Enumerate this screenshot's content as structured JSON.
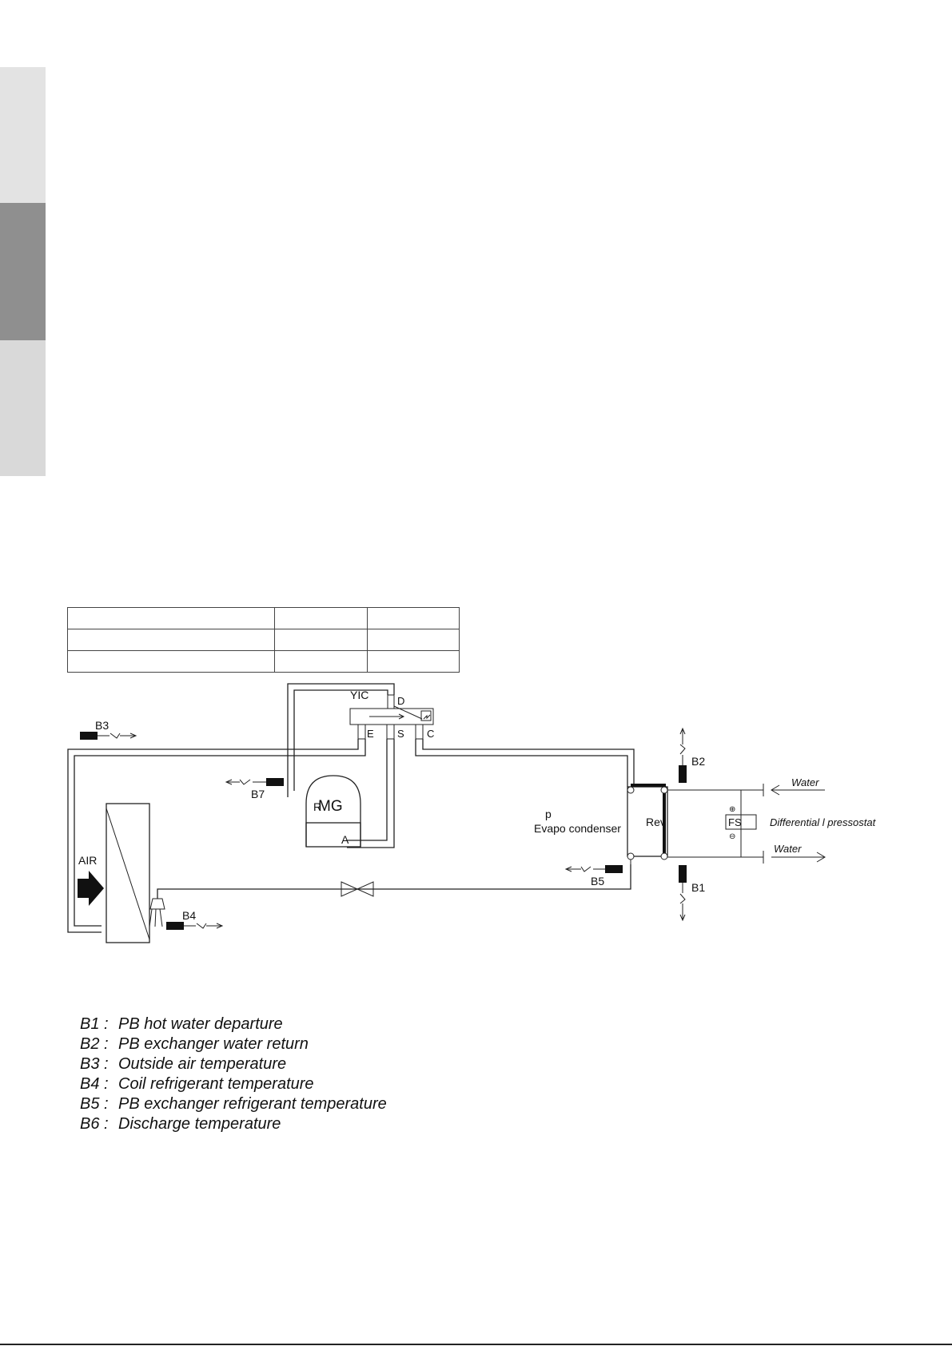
{
  "diagram": {
    "labels": {
      "yic": "YIC",
      "port_d": "D",
      "port_e": "E",
      "port_s": "S",
      "port_c": "C",
      "b3": "B3",
      "b7": "B7",
      "r": "R",
      "mg": "MG",
      "a": "A",
      "air": "AIR",
      "b4": "B4",
      "p": "p",
      "evapo": "Evapo condenser",
      "rev": "Rev",
      "b2": "B2",
      "b5": "B5",
      "b1": "B1",
      "fs": "FS",
      "water_in": "Water",
      "water_out": "Water",
      "differential": "Differential l pressostat"
    }
  },
  "legend": [
    {
      "code": "B1 :",
      "text": "PB hot water departure"
    },
    {
      "code": "B2 :",
      "text": "PB exchanger water return"
    },
    {
      "code": "B3 :",
      "text": "Outside air temperature"
    },
    {
      "code": "B4 :",
      "text": "Coil refrigerant temperature"
    },
    {
      "code": "B5 :",
      "text": "PB exchanger refrigerant temperature"
    },
    {
      "code": "B6 :",
      "text": "Discharge temperature"
    }
  ]
}
